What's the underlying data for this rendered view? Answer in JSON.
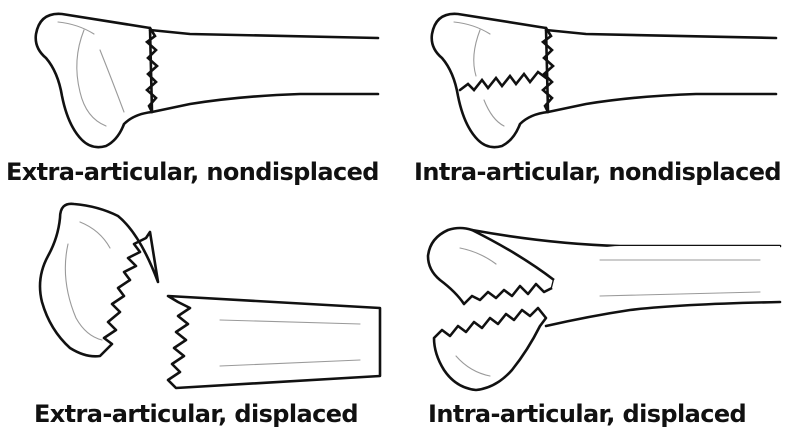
{
  "figure": {
    "panels": [
      {
        "caption": "Extra-articular, nondisplaced"
      },
      {
        "caption": "Intra-articular, nondisplaced"
      },
      {
        "caption": "Extra-articular, displaced"
      },
      {
        "caption": "Intra-articular, displaced"
      }
    ]
  }
}
